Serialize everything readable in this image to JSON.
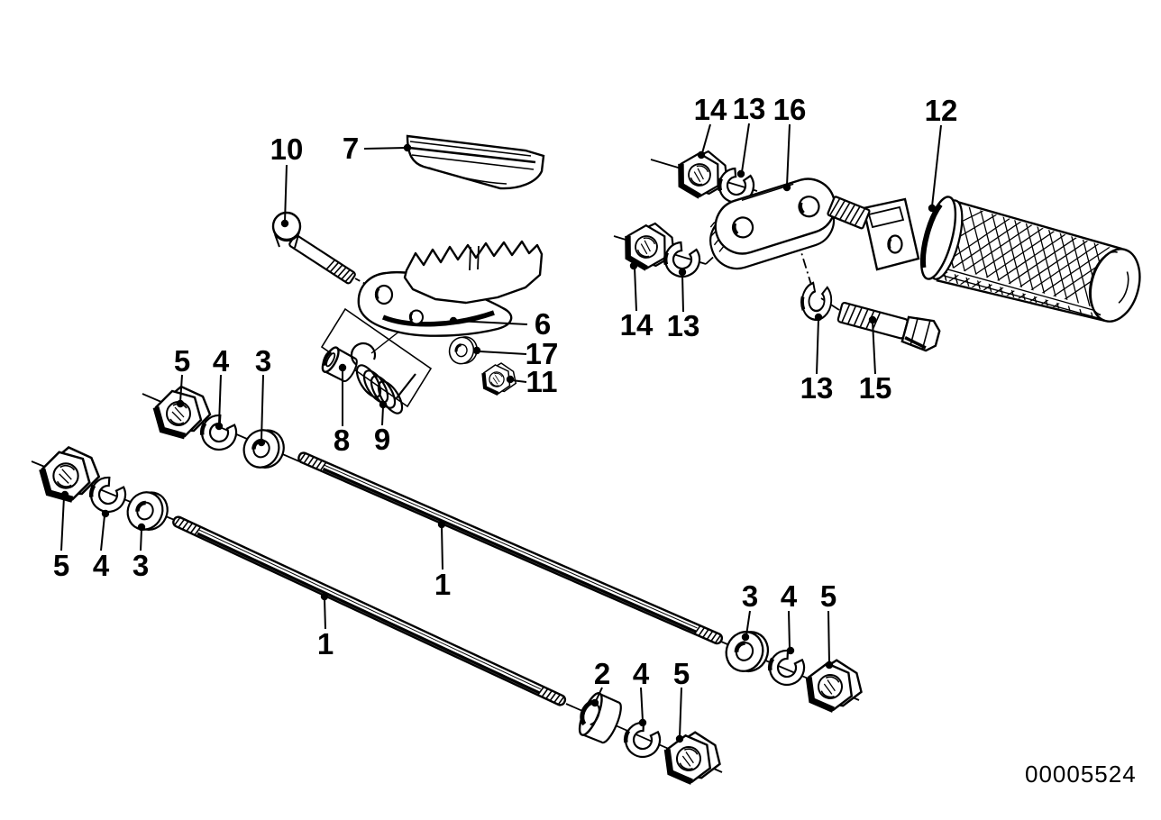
{
  "diagram": {
    "drawing_number": "00005524",
    "ink_color": "#000000",
    "background_color": "#ffffff",
    "callouts": [
      "10",
      "7",
      "6",
      "17",
      "11",
      "8",
      "9",
      "5",
      "4",
      "3",
      "5",
      "4",
      "3",
      "1",
      "1",
      "2",
      "4",
      "5",
      "3",
      "4",
      "5",
      "14",
      "13",
      "16",
      "12",
      "14",
      "13",
      "13",
      "15"
    ]
  }
}
